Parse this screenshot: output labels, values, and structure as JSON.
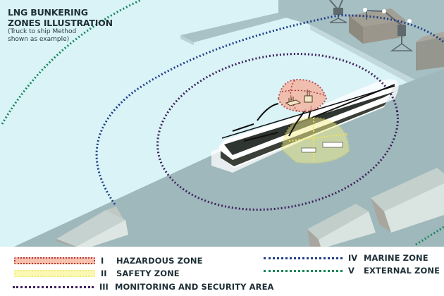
{
  "title": {
    "line1": "LNG BUNKERING",
    "line2": "ZONES ILLUSTRATION",
    "subtitle1": "(Truck to ship Method",
    "subtitle2": "shown as example)"
  },
  "colors": {
    "water": "#d7f2f6",
    "quay": "#9cb6b9",
    "hazardous_fill": "#f4b5a3",
    "hazardous_border": "#b23a3a",
    "safety_fill": "#f6f29a",
    "safety_border": "#f0e25a",
    "monitoring": "#40215e",
    "marine": "#1f3e87",
    "external": "#17875a"
  },
  "legend": {
    "items": [
      {
        "numeral": "I",
        "label": "HAZARDOUS ZONE",
        "style": "hazard"
      },
      {
        "numeral": "II",
        "label": "SAFETY ZONE",
        "style": "safety"
      },
      {
        "numeral": "III",
        "label": "MONITORING AND SECURITY AREA",
        "style": "purple"
      },
      {
        "numeral": "IV",
        "label": "MARINE ZONE",
        "style": "blue"
      },
      {
        "numeral": "V",
        "label": "EXTERNAL ZONE",
        "style": "green"
      }
    ]
  }
}
